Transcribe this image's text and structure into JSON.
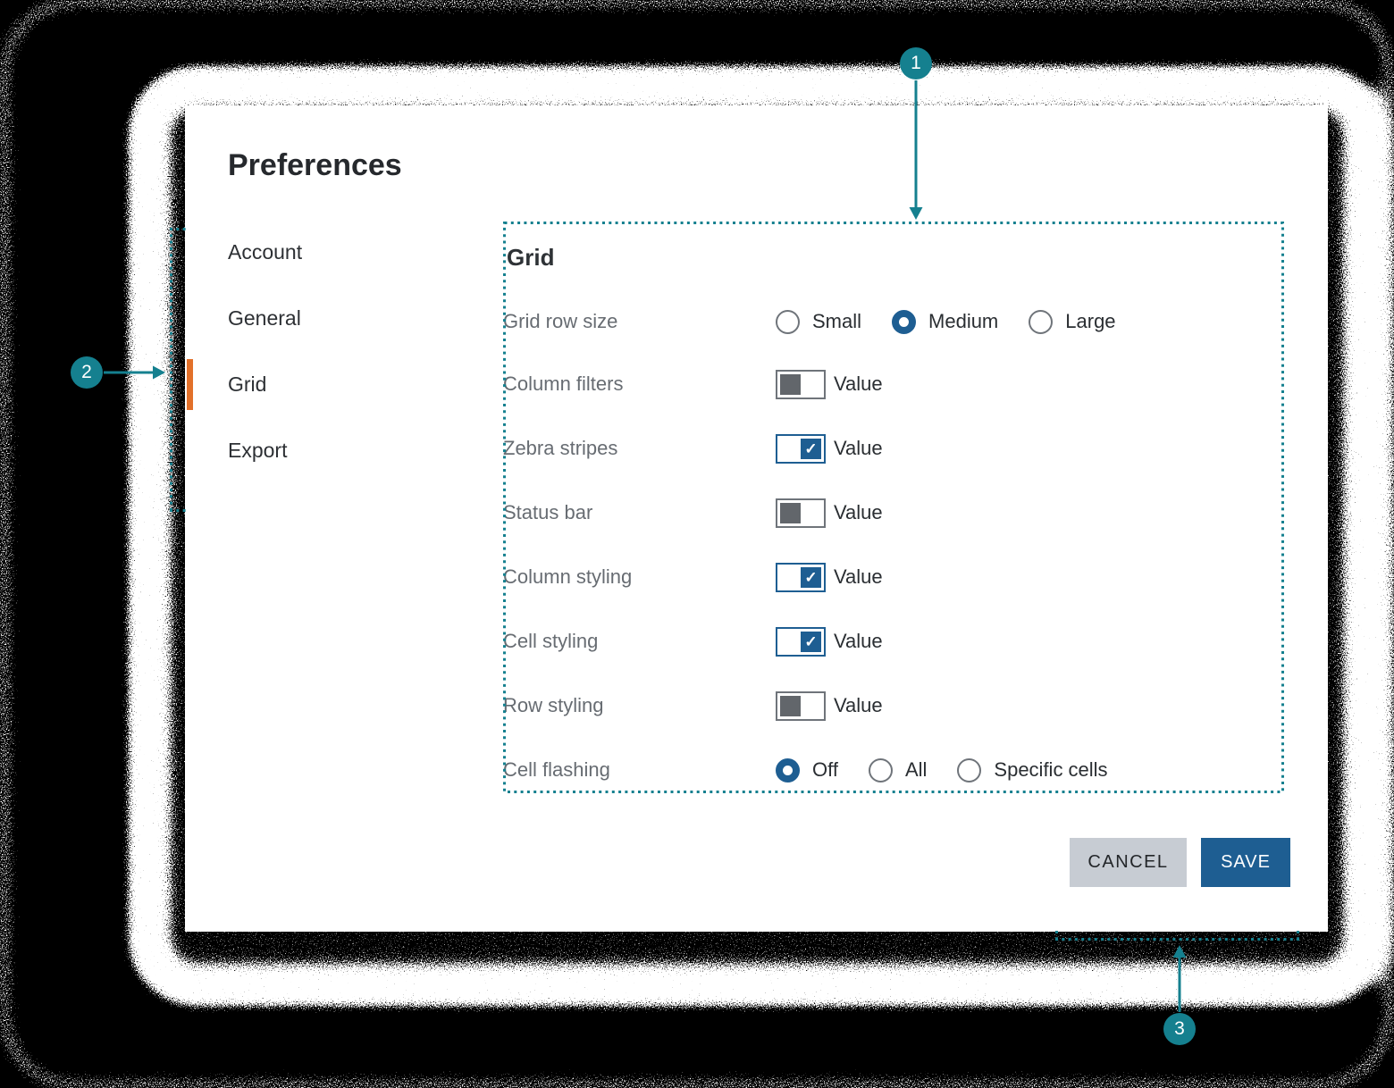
{
  "dialog": {
    "title": "Preferences"
  },
  "sidebar": {
    "items": [
      {
        "label": "Account",
        "active": false
      },
      {
        "label": "General",
        "active": false
      },
      {
        "label": "Grid",
        "active": true
      },
      {
        "label": "Export",
        "active": false
      }
    ]
  },
  "panel": {
    "heading": "Grid",
    "rows": [
      {
        "label": "Grid row size",
        "type": "radio-group",
        "options": [
          {
            "label": "Small",
            "selected": false
          },
          {
            "label": "Medium",
            "selected": true
          },
          {
            "label": "Large",
            "selected": false
          }
        ]
      },
      {
        "label": "Column filters",
        "type": "toggle",
        "checked": false,
        "value_label": "Value"
      },
      {
        "label": "Zebra stripes",
        "type": "toggle",
        "checked": true,
        "value_label": "Value"
      },
      {
        "label": "Status bar",
        "type": "toggle",
        "checked": false,
        "value_label": "Value"
      },
      {
        "label": "Column styling",
        "type": "toggle",
        "checked": true,
        "value_label": "Value"
      },
      {
        "label": "Cell styling",
        "type": "toggle",
        "checked": true,
        "value_label": "Value"
      },
      {
        "label": "Row styling",
        "type": "toggle",
        "checked": false,
        "value_label": "Value"
      },
      {
        "label": "Cell flashing",
        "type": "radio-group",
        "options": [
          {
            "label": "Off",
            "selected": true
          },
          {
            "label": "All",
            "selected": false
          },
          {
            "label": "Specific cells",
            "selected": false
          }
        ]
      }
    ]
  },
  "footer": {
    "cancel_label": "CANCEL",
    "save_label": "SAVE"
  },
  "annotations": {
    "markers": [
      {
        "label": "1"
      },
      {
        "label": "2"
      },
      {
        "label": "3"
      }
    ]
  },
  "icons": {
    "check_glyph": "✓"
  },
  "colors": {
    "annotation_teal": "#15808F",
    "primary_blue": "#1E5E92",
    "active_orange": "#E2702A",
    "cancel_gray": "#C7CCD3",
    "label_gray": "#676C72",
    "text_dark": "#2A2E32"
  }
}
